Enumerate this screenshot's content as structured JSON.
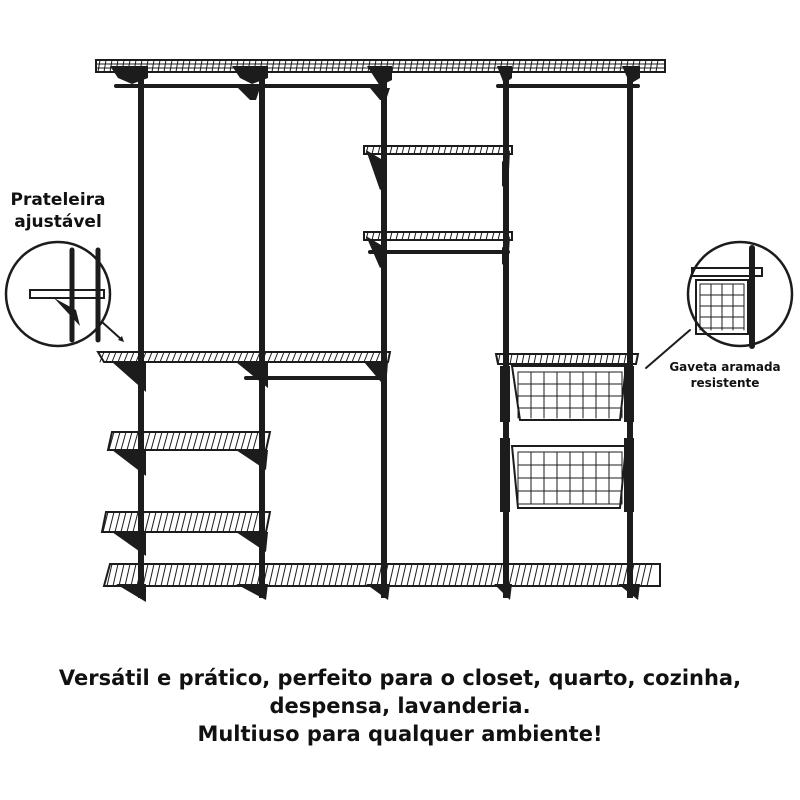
{
  "callouts": {
    "adjustable_shelf": [
      "Prateleira",
      "ajustável"
    ],
    "wire_drawer": [
      "Gaveta aramada",
      "resistente"
    ]
  },
  "caption": {
    "lines": [
      "Versátil e prático, perfeito para o closet, quarto, cozinha,",
      "despensa, lavanderia.",
      "Multiuso para qualquer ambiente!"
    ]
  },
  "colors": {
    "product": "#1c1c1c",
    "background": "#ffffff",
    "text": "#111111"
  }
}
